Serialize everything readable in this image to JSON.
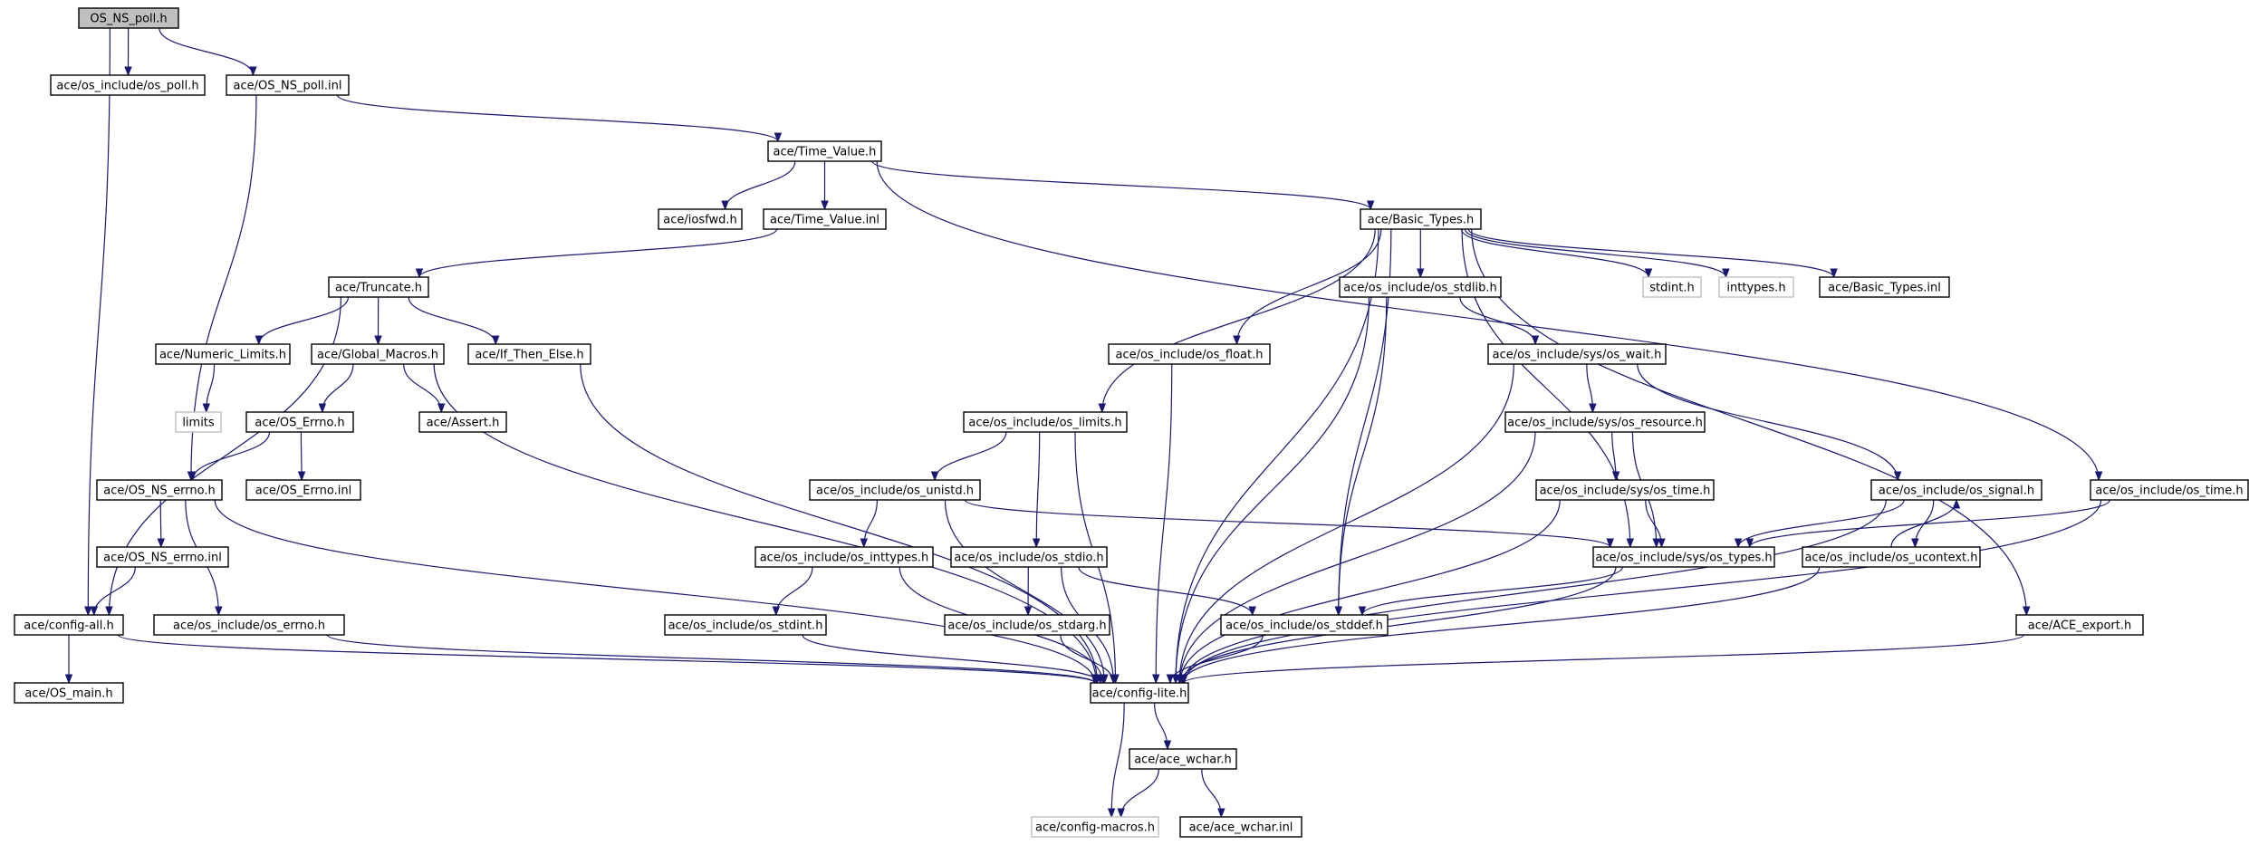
{
  "title": "OS_NS_poll.h",
  "colors": {
    "edge": "#191970",
    "root_fill": "#bfbfbf",
    "node_border": "#000000",
    "external_border": "#bfbfbf"
  },
  "nodes": {
    "os_ns_poll_h": "OS_NS_poll.h",
    "os_poll_h": "ace/os_include/os_poll.h",
    "os_ns_poll_inl": "ace/OS_NS_poll.inl",
    "time_value_h": "ace/Time_Value.h",
    "iosfwd_h": "ace/iosfwd.h",
    "time_value_inl": "ace/Time_Value.inl",
    "basic_types_h": "ace/Basic_Types.h",
    "truncate_h": "ace/Truncate.h",
    "os_stdlib_h": "ace/os_include/os_stdlib.h",
    "stdint_h": "stdint.h",
    "inttypes_h": "inttypes.h",
    "basic_types_inl": "ace/Basic_Types.inl",
    "numeric_limits_h": "ace/Numeric_Limits.h",
    "global_macros_h": "ace/Global_Macros.h",
    "if_then_else_h": "ace/If_Then_Else.h",
    "os_float_h": "ace/os_include/os_float.h",
    "os_wait_h": "ace/os_include/sys/os_wait.h",
    "limits": "limits",
    "os_errno_h": "ace/OS_Errno.h",
    "assert_h": "ace/Assert.h",
    "os_limits_h": "ace/os_include/os_limits.h",
    "os_resource_h": "ace/os_include/sys/os_resource.h",
    "os_ns_errno_h": "ace/OS_NS_errno.h",
    "os_errno_inl": "ace/OS_Errno.inl",
    "os_unistd_h": "ace/os_include/os_unistd.h",
    "sys_os_time_h": "ace/os_include/sys/os_time.h",
    "os_signal_h": "ace/os_include/os_signal.h",
    "os_time_h": "ace/os_include/os_time.h",
    "os_ns_errno_inl": "ace/OS_NS_errno.inl",
    "os_inttypes_h": "ace/os_include/os_inttypes.h",
    "os_stdio_h": "ace/os_include/os_stdio.h",
    "os_types_h": "ace/os_include/sys/os_types.h",
    "os_ucontext_h": "ace/os_include/os_ucontext.h",
    "config_all_h": "ace/config-all.h",
    "os_include_errno_h": "ace/os_include/os_errno.h",
    "os_stdint_h": "ace/os_include/os_stdint.h",
    "os_stdarg_h": "ace/os_include/os_stdarg.h",
    "os_stddef_h": "ace/os_include/os_stddef.h",
    "ace_export_h": "ace/ACE_export.h",
    "os_main_h": "ace/OS_main.h",
    "config_lite_h": "ace/config-lite.h",
    "ace_wchar_h": "ace/ace_wchar.h",
    "config_macros_h": "ace/config-macros.h",
    "ace_wchar_inl": "ace/ace_wchar.inl"
  },
  "edges": [
    [
      "os_ns_poll_h",
      "os_poll_h"
    ],
    [
      "os_ns_poll_h",
      "os_ns_poll_inl"
    ],
    [
      "os_ns_poll_h",
      "config_all_h"
    ],
    [
      "os_ns_poll_inl",
      "time_value_h"
    ],
    [
      "os_ns_poll_inl",
      "os_ns_errno_h"
    ],
    [
      "time_value_h",
      "iosfwd_h"
    ],
    [
      "time_value_h",
      "time_value_inl"
    ],
    [
      "time_value_h",
      "basic_types_h"
    ],
    [
      "time_value_h",
      "os_time_h"
    ],
    [
      "time_value_inl",
      "truncate_h"
    ],
    [
      "basic_types_h",
      "os_stdlib_h"
    ],
    [
      "basic_types_h",
      "stdint_h"
    ],
    [
      "basic_types_h",
      "inttypes_h"
    ],
    [
      "basic_types_h",
      "basic_types_inl"
    ],
    [
      "basic_types_h",
      "os_float_h"
    ],
    [
      "basic_types_h",
      "os_limits_h"
    ],
    [
      "basic_types_h",
      "os_types_h"
    ],
    [
      "basic_types_h",
      "os_stddef_h"
    ],
    [
      "basic_types_h",
      "ace_export_h"
    ],
    [
      "basic_types_h",
      "config_lite_h"
    ],
    [
      "truncate_h",
      "numeric_limits_h"
    ],
    [
      "truncate_h",
      "global_macros_h"
    ],
    [
      "truncate_h",
      "if_then_else_h"
    ],
    [
      "truncate_h",
      "config_all_h"
    ],
    [
      "numeric_limits_h",
      "limits"
    ],
    [
      "global_macros_h",
      "os_errno_h"
    ],
    [
      "global_macros_h",
      "assert_h"
    ],
    [
      "global_macros_h",
      "config_lite_h"
    ],
    [
      "if_then_else_h",
      "config_lite_h"
    ],
    [
      "os_errno_h",
      "os_ns_errno_h"
    ],
    [
      "os_errno_h",
      "os_errno_inl"
    ],
    [
      "os_ns_errno_h",
      "os_ns_errno_inl"
    ],
    [
      "os_ns_errno_h",
      "os_include_errno_h"
    ],
    [
      "os_ns_errno_h",
      "config_lite_h"
    ],
    [
      "os_ns_errno_inl",
      "config_all_h"
    ],
    [
      "config_all_h",
      "os_main_h"
    ],
    [
      "config_all_h",
      "config_lite_h"
    ],
    [
      "os_include_errno_h",
      "config_lite_h"
    ],
    [
      "os_stdlib_h",
      "os_wait_h"
    ],
    [
      "os_stdlib_h",
      "os_stddef_h"
    ],
    [
      "os_stdlib_h",
      "config_lite_h"
    ],
    [
      "os_float_h",
      "config_lite_h"
    ],
    [
      "os_wait_h",
      "os_resource_h"
    ],
    [
      "os_wait_h",
      "os_signal_h"
    ],
    [
      "os_wait_h",
      "config_lite_h"
    ],
    [
      "os_limits_h",
      "os_unistd_h"
    ],
    [
      "os_limits_h",
      "os_stdio_h"
    ],
    [
      "os_limits_h",
      "config_lite_h"
    ],
    [
      "os_resource_h",
      "sys_os_time_h"
    ],
    [
      "os_resource_h",
      "os_types_h"
    ],
    [
      "os_resource_h",
      "config_lite_h"
    ],
    [
      "os_unistd_h",
      "os_inttypes_h"
    ],
    [
      "os_unistd_h",
      "os_types_h"
    ],
    [
      "os_unistd_h",
      "config_lite_h"
    ],
    [
      "sys_os_time_h",
      "os_types_h"
    ],
    [
      "sys_os_time_h",
      "config_lite_h"
    ],
    [
      "os_signal_h",
      "os_types_h"
    ],
    [
      "os_signal_h",
      "os_ucontext_h"
    ],
    [
      "os_signal_h",
      "config_lite_h"
    ],
    [
      "os_ucontext_h",
      "os_signal_h"
    ],
    [
      "os_ucontext_h",
      "config_lite_h"
    ],
    [
      "os_time_h",
      "os_types_h"
    ],
    [
      "os_time_h",
      "config_lite_h"
    ],
    [
      "os_inttypes_h",
      "os_stdint_h"
    ],
    [
      "os_inttypes_h",
      "config_lite_h"
    ],
    [
      "os_stdio_h",
      "os_stdarg_h"
    ],
    [
      "os_stdio_h",
      "os_stddef_h"
    ],
    [
      "os_stdio_h",
      "config_lite_h"
    ],
    [
      "os_types_h",
      "os_stddef_h"
    ],
    [
      "os_types_h",
      "config_lite_h"
    ],
    [
      "os_stdint_h",
      "config_lite_h"
    ],
    [
      "os_stdarg_h",
      "config_lite_h"
    ],
    [
      "os_stddef_h",
      "config_lite_h"
    ],
    [
      "ace_export_h",
      "config_lite_h"
    ],
    [
      "config_lite_h",
      "ace_wchar_h"
    ],
    [
      "config_lite_h",
      "config_macros_h"
    ],
    [
      "ace_wchar_h",
      "config_macros_h"
    ],
    [
      "ace_wchar_h",
      "ace_wchar_inl"
    ]
  ]
}
